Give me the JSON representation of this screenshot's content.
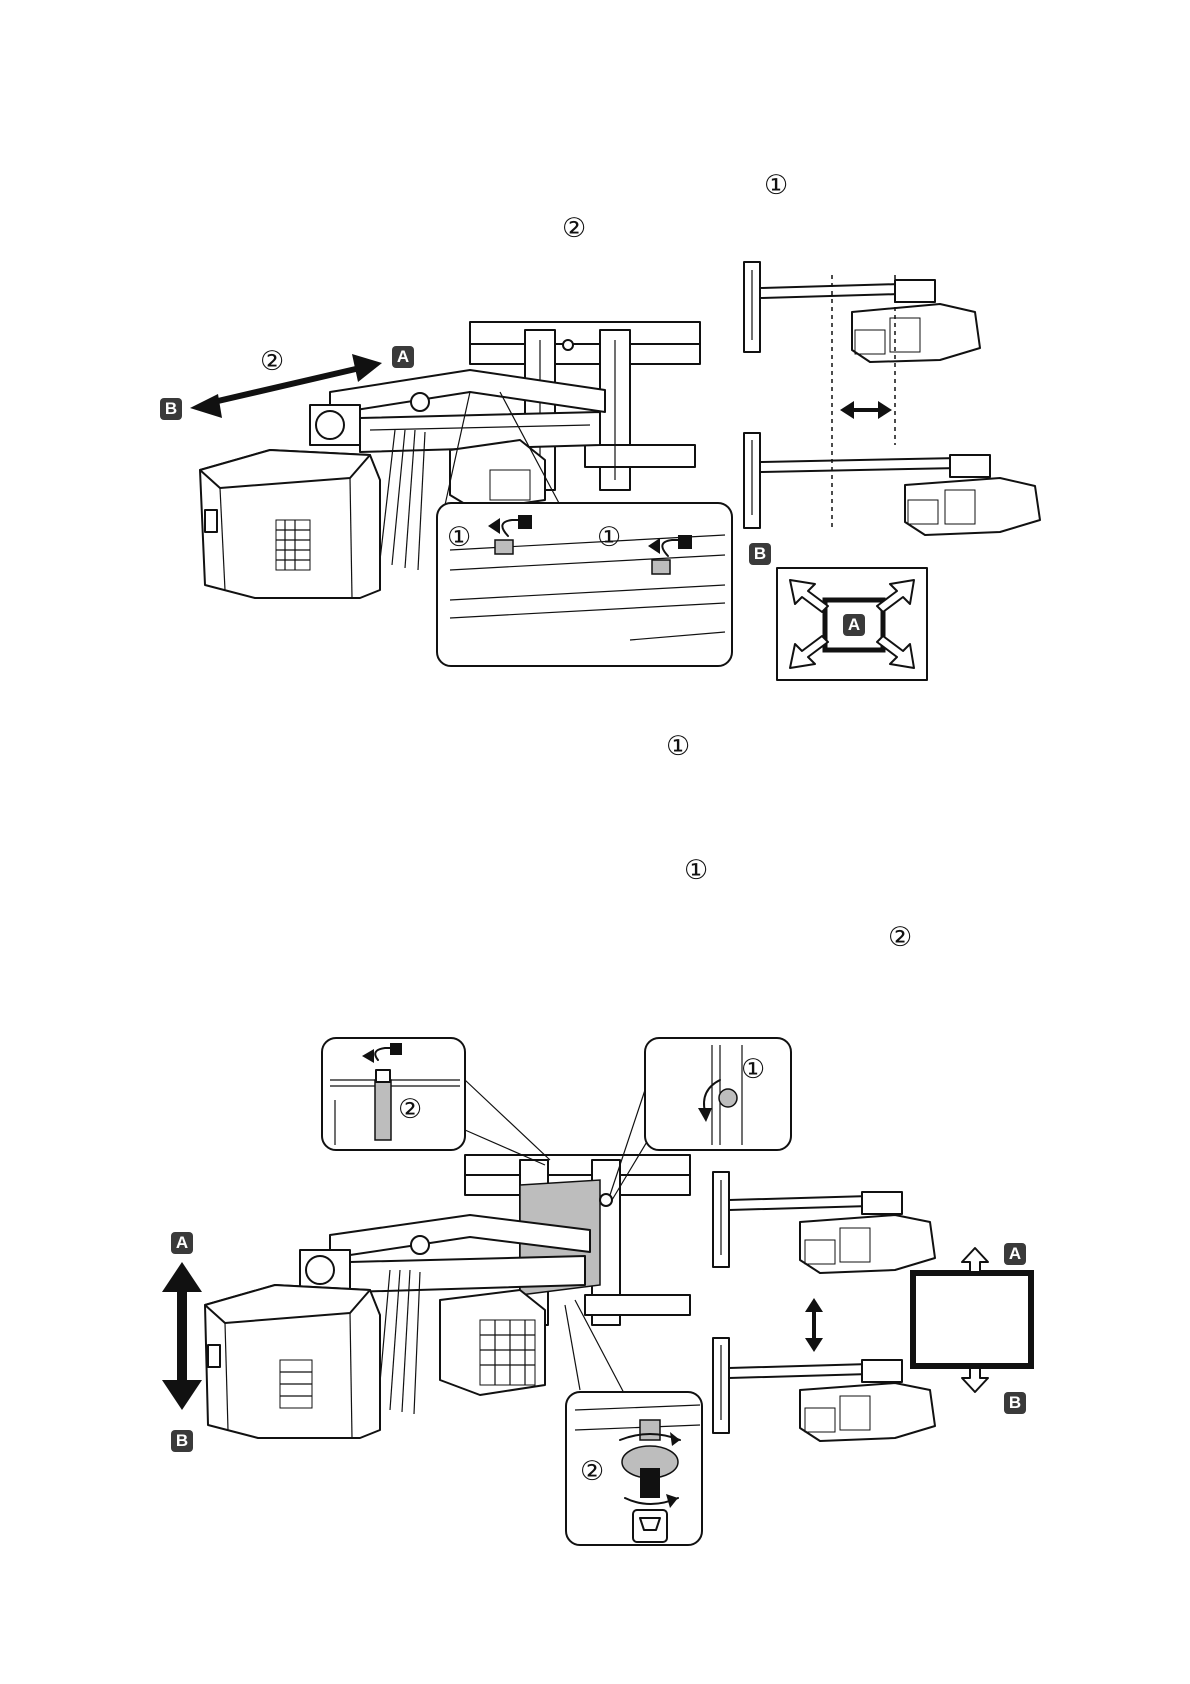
{
  "markers": {
    "m1_top": "①",
    "m2_top": "②",
    "m1_mid": "①",
    "m1_mid2": "①",
    "m2_mid": "②"
  },
  "figure1": {
    "callout_2": "②",
    "label_a": "A",
    "label_b": "B",
    "detail_1_left": "①",
    "detail_1_right": "①",
    "side_label_b": "B",
    "screen_label_a": "A"
  },
  "figure2": {
    "label_a_left": "A",
    "label_b_left": "B",
    "detail_2_top": "②",
    "detail_1_top": "①",
    "detail_2_bottom": "②",
    "screen_label_a": "A",
    "screen_label_b": "B"
  },
  "colors": {
    "line": "#111111",
    "badge": "#3a3a3a",
    "shade": "#bdbdbd"
  }
}
